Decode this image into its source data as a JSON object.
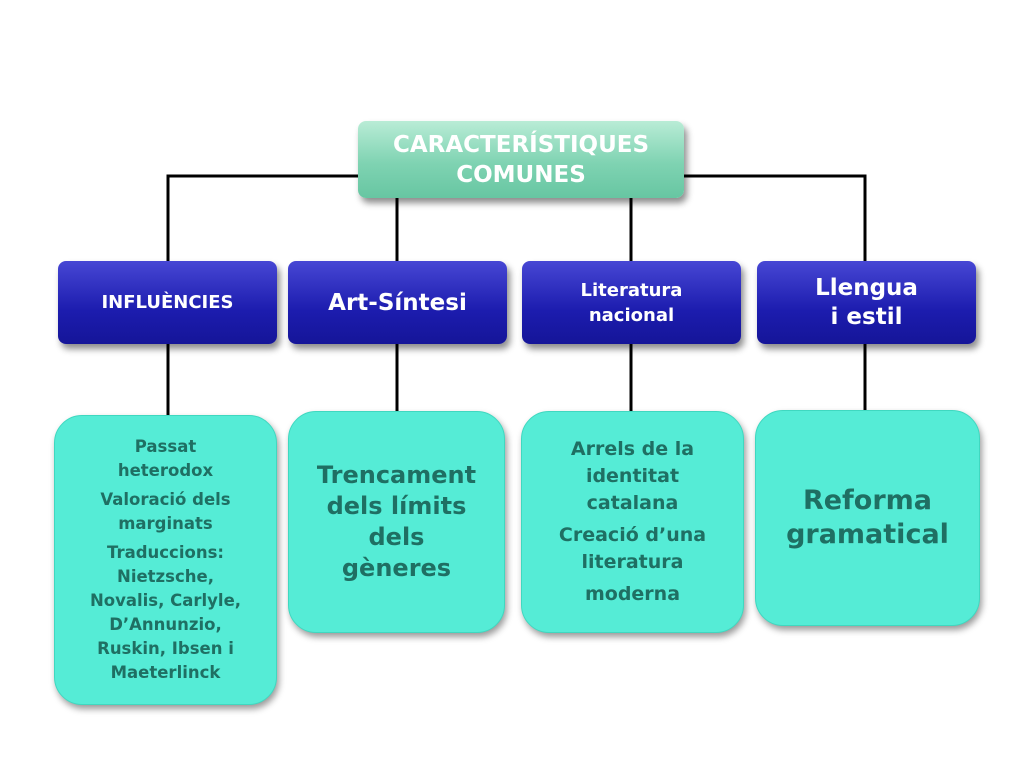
{
  "root": {
    "line1": "CARACTERÍSTIQUES",
    "line2": "COMUNES"
  },
  "categories": [
    {
      "lines": [
        "INFLUÈNCIES"
      ]
    },
    {
      "lines": [
        "Art-Síntesi"
      ]
    },
    {
      "lines": [
        "Literatura",
        "nacional"
      ]
    },
    {
      "lines": [
        "Llengua",
        "i estil"
      ]
    }
  ],
  "details": [
    {
      "items": [
        [
          "Passat",
          "heterodox"
        ],
        [
          "Valoració dels",
          "marginats"
        ],
        [
          "Traduccions:",
          "Nietzsche,",
          "Novalis, Carlyle,",
          "D’Annunzio,",
          "Ruskin, Ibsen i",
          "Maeterlinck"
        ]
      ]
    },
    {
      "items": [
        [
          "Trencament",
          "dels límits",
          "dels",
          "gèneres"
        ]
      ]
    },
    {
      "items": [
        [
          "Arrels de la",
          "identitat",
          "catalana"
        ],
        [
          "Creació d’una",
          "literatura"
        ],
        [
          "moderna"
        ]
      ]
    },
    {
      "items": [
        [
          "Reforma",
          "gramatical"
        ]
      ]
    }
  ]
}
